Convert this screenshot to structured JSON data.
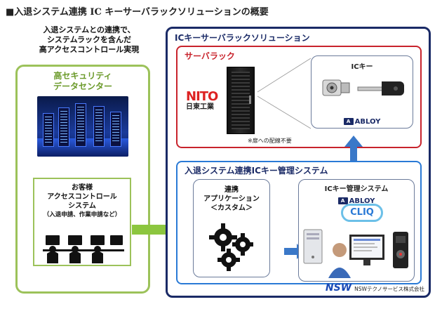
{
  "page_title": "■入退システム連携 IC キーサーバラックソリューションの概要",
  "intro": {
    "lines": [
      "入退システムとの連携で、",
      "システムラックを含んだ",
      "高アクセスコントロール実現"
    ]
  },
  "datacenter_panel": {
    "title_lines": [
      "高セキュリティ",
      "データセンター"
    ],
    "customer": {
      "lines": [
        "お客様",
        "アクセスコントロール",
        "システム"
      ],
      "note": "（入退申請、作業申請など）"
    }
  },
  "solution_panel": {
    "title": "ICキーサーバラックソリューション",
    "server_rack": {
      "title": "サーバラック",
      "maker_logo": "NITO",
      "maker_name": "日東工業",
      "note": "※扉への配線不要",
      "ickey": {
        "label": "ICキー",
        "brand": "ABLOY"
      }
    },
    "management": {
      "title": "入退システム連携ICキー管理システム",
      "app_lines": [
        "連携",
        "アプリケーション",
        "＜カスタム＞"
      ],
      "system_box": {
        "label": "ICキー管理システム",
        "brand": "ABLOY",
        "cliq": "CLIQ"
      }
    },
    "footer": {
      "logo": "NSW",
      "company": "NSWテクノサービス株式会社"
    }
  },
  "colors": {
    "green": "#9cc25a",
    "navy": "#1a2a66",
    "red": "#c8232c",
    "blue": "#2a7ad6",
    "arrow_green": "#8cc63f",
    "arrow_blue": "#3a78c8"
  }
}
